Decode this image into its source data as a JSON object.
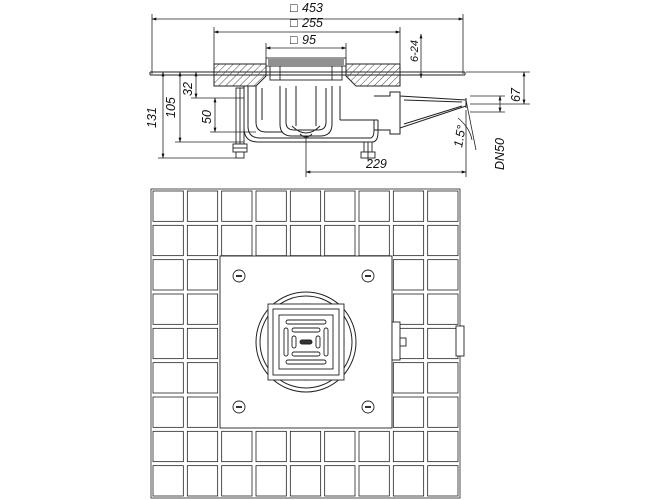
{
  "top_dimensions": {
    "overall_width": "453",
    "flange_width": "255",
    "grate_width": "95",
    "height_adjust_range": "6-24"
  },
  "side_dimensions": {
    "total_height": "131",
    "body_height": "105",
    "seal_height": "50",
    "inlet_depth": "32",
    "outlet_height": "67"
  },
  "bottom_dimensions": {
    "outlet_offset": "229",
    "outlet_diameter": "DN50",
    "outlet_angle": "1.5°"
  },
  "square_symbol": "□",
  "plan_view": {
    "screw_count": 4,
    "screw_label": "",
    "tile_grid": "9x9"
  }
}
